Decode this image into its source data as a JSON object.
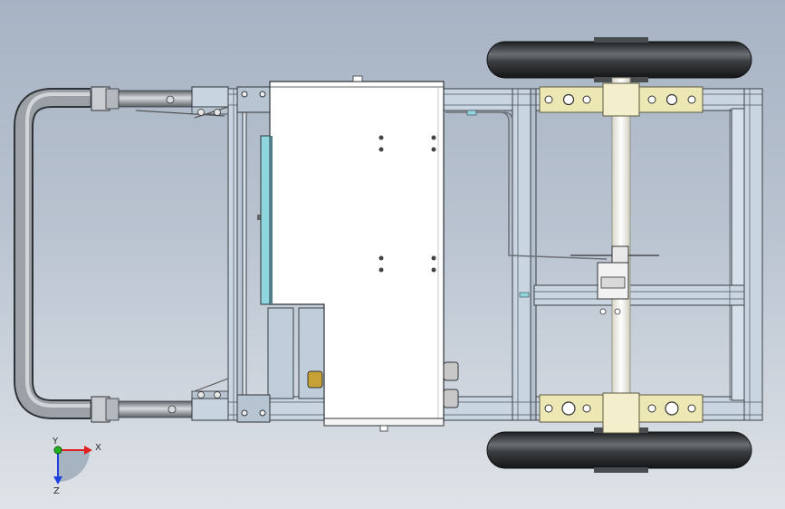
{
  "view": {
    "triad": {
      "x_label": "X",
      "y_label": "Y",
      "z_label": "Z",
      "x_color": "#e02020",
      "y_color": "#20b020",
      "z_color": "#2040e0"
    }
  },
  "colors": {
    "frame_fill": "#c9d6e2",
    "frame_stroke": "#3a3f44",
    "tube": "#8e9399",
    "tire": "#2a2d2f",
    "housing": "#ffffff",
    "glass": "#8fd6df",
    "bracket": "#ede7b4"
  },
  "icons": {
    "axis_triad": "axis-triad-icon"
  }
}
